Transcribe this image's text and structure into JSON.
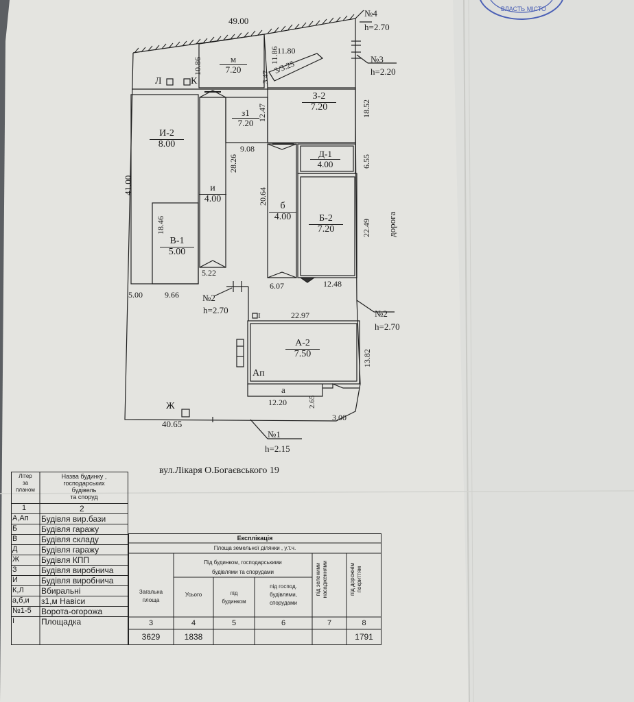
{
  "stamp": {
    "text": "ВЛАСТЬ МІСТО",
    "color": "#4a5fb5"
  },
  "plan": {
    "dims": {
      "top": "49.00",
      "left": "41.00",
      "bottom": "40.65",
      "m_w": "10.86",
      "m_h": "11.86",
      "m_angle": "11.80",
      "z3": "3/3.25",
      "n3_47": "3.47",
      "z1_h": "12.47",
      "right_1852": "18.52",
      "right_655": "6.55",
      "right_2249": "22.49",
      "i_len": "28.26",
      "i_w": "9.08",
      "b_len": "20.64",
      "v_len": "18.46",
      "i_bottom": "5.22",
      "b_bottom": "6.07",
      "b2_bottom": "12.48",
      "left_500": "5.00",
      "left_966": "9.66",
      "a_width": "22.97",
      "a_height": "13.82",
      "ap_w": "12.20",
      "ap_h": "2.65",
      "corner": "3.00"
    },
    "buildings": [
      {
        "code": "И-2",
        "h": "8.00"
      },
      {
        "code": "В-1",
        "h": "5.00"
      },
      {
        "code": "м",
        "h": "7.20"
      },
      {
        "code": "з1",
        "h": "7.20"
      },
      {
        "code": "З-2",
        "h": "7.20"
      },
      {
        "code": "и",
        "h": "4.00"
      },
      {
        "code": "б",
        "h": "4.00"
      },
      {
        "code": "Д-1",
        "h": "4.00"
      },
      {
        "code": "Б-2",
        "h": "7.20"
      },
      {
        "code": "А-2",
        "h": "7.50"
      }
    ],
    "labels": {
      "lk": "Л",
      "k": "К",
      "ap": "Ап",
      "a": "а",
      "zh": "Ж",
      "i_mark": "І",
      "road": "дорога",
      "address": "вул.Лікаря О.Богаєвського 19"
    },
    "gates": [
      {
        "n": "№4",
        "h": "h=2.70"
      },
      {
        "n": "№3",
        "h": "h=2.20"
      },
      {
        "n": "№2",
        "h": "h=2.70"
      },
      {
        "n": "№2",
        "h": "h=2.70"
      },
      {
        "n": "№1",
        "h": "h=2.15"
      }
    ]
  },
  "legend": {
    "header_1": [
      "Літер",
      "за",
      "планом"
    ],
    "header_2": [
      "Назва будинку ,",
      "господарських",
      "будівель",
      "та споруд"
    ],
    "col_nums": [
      "1",
      "2"
    ],
    "rows": [
      {
        "code": "А,Ап",
        "name": "Будівля вир.бази"
      },
      {
        "code": "Б",
        "name": "Будівля гаражу"
      },
      {
        "code": "В",
        "name": "Будівля складу"
      },
      {
        "code": "Д",
        "name": "Будівля гаражу"
      },
      {
        "code": "Ж",
        "name": "Будівля КПП"
      },
      {
        "code": "З",
        "name": "Будівля виробнича"
      },
      {
        "code": "И",
        "name": "Будівля виробнича"
      },
      {
        "code": "К,Л",
        "name": "Вбиральні"
      },
      {
        "code": "а,б,и",
        "name": "з1,м Навіси"
      },
      {
        "code": "№1-5",
        "name": "Ворота-огорожа"
      },
      {
        "code": "І",
        "name": "Площадка"
      }
    ]
  },
  "explication": {
    "title": "Експлікація",
    "subtitle": "Площа земельної ділянки , у.т.ч.",
    "under": [
      "Під будинком, господарськими",
      "будівлями та спорудами"
    ],
    "cols": {
      "total": [
        "Загальна",
        "площа"
      ],
      "all": "Усього",
      "under_building": [
        "під",
        "будинком"
      ],
      "under_outbuild": [
        "під господ.",
        "будівлями,",
        "спорудами"
      ],
      "green": [
        "під зеленими",
        "насадженнями"
      ],
      "road": [
        "під дорожнім",
        "покриттям"
      ]
    },
    "nums": [
      "3",
      "4",
      "5",
      "6",
      "7",
      "8"
    ],
    "values": {
      "total": "3629",
      "all": "1838",
      "road": "1791"
    }
  }
}
